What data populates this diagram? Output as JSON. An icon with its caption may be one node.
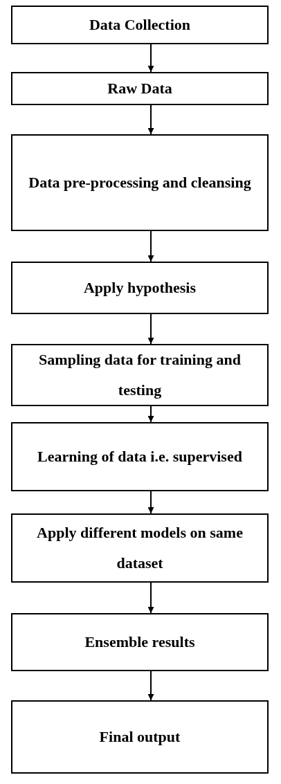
{
  "diagram": {
    "nodes": [
      {
        "text": [
          "Data Collection"
        ]
      },
      {
        "text": [
          "Raw Data"
        ]
      },
      {
        "text": [
          "Data pre-processing and cleansing"
        ]
      },
      {
        "text": [
          "Apply hypothesis"
        ]
      },
      {
        "text": [
          "Sampling data for training and testing"
        ]
      },
      {
        "text": [
          "Learning of data i.e. supervised"
        ]
      },
      {
        "text": [
          "Apply different models on same dataset"
        ]
      },
      {
        "text": [
          "Ensemble results"
        ]
      },
      {
        "text": [
          "Final output"
        ]
      }
    ],
    "edges": [
      {
        "from": 0,
        "to": 1,
        "arrow": "to"
      },
      {
        "from": 1,
        "to": 2,
        "arrow": "to"
      },
      {
        "from": 2,
        "to": 3,
        "arrow": "to"
      },
      {
        "from": 3,
        "to": 4,
        "arrow": "to"
      },
      {
        "from": 4,
        "to": 5,
        "arrow": "to"
      },
      {
        "from": 5,
        "to": 6,
        "arrow": "to"
      },
      {
        "from": 6,
        "to": 7,
        "arrow": "to"
      },
      {
        "from": 7,
        "to": 8,
        "arrow": "to"
      }
    ]
  }
}
